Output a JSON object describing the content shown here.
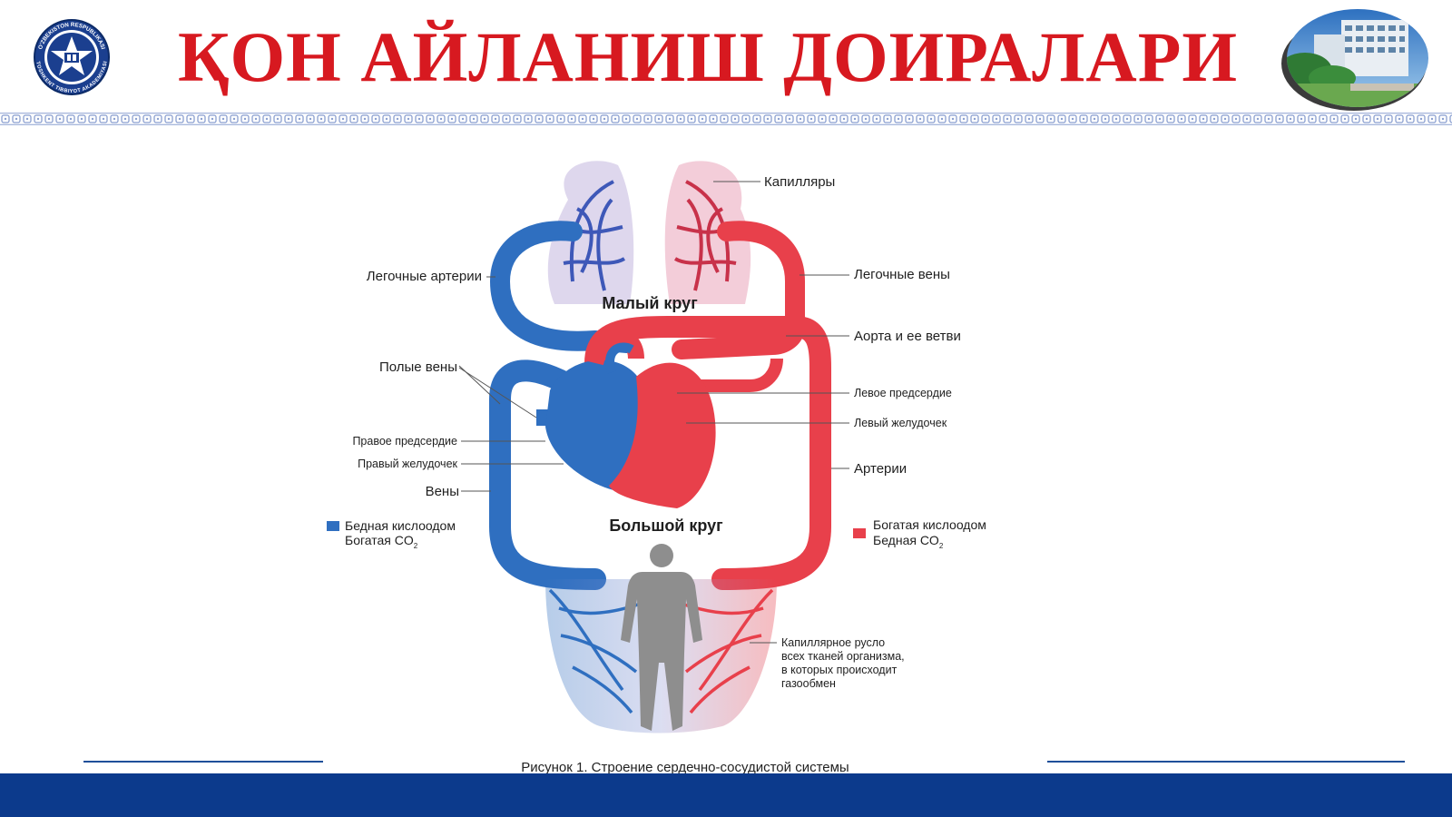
{
  "slide": {
    "title": "ҚОН АЙЛАНИШ ДОИРАЛАРИ",
    "colors": {
      "title": "#d71920",
      "navy": "#0c3a8c",
      "ornament": "#8a9fd0",
      "oxygen_poor": "#2f6fc0",
      "oxygen_rich": "#e8404b"
    },
    "logo": {
      "icon": "university-emblem-icon",
      "ring_text_top": "O'ZBEKISTON RESPUBLIKASI",
      "ring_text_bottom": "TOSHKENT TIBBIYOT AKADEMIYASI"
    },
    "photo": {
      "icon": "campus-building-photo"
    }
  },
  "diagram": {
    "labels": {
      "capillaries": "Капилляры",
      "pulmonary_arteries": "Легочные артерии",
      "pulmonary_veins": "Легочные вены",
      "small_circle": "Малый круг",
      "aorta": "Аорта и ее ветви",
      "vena_cava": "Полые вены",
      "left_atrium": "Левое предсердие",
      "left_ventricle": "Левый желудочек",
      "right_atrium": "Правое предсердие",
      "right_ventricle": "Правый желудочек",
      "arteries": "Артерии",
      "veins": "Вены",
      "big_circle": "Большой круг",
      "capillary_bed": [
        "Капиллярное русло",
        "всех тканей организма,",
        "в которых происходит",
        "газообмен"
      ]
    },
    "legend": {
      "poor": {
        "line1": "Бедная кислоодом",
        "line2": "Богатая CO",
        "sub": "2"
      },
      "rich": {
        "line1": "Богатая кислоодом",
        "line2": "Бедная CO",
        "sub": "2"
      }
    },
    "caption": "Рисунок 1. Строение сердечно-сосудистой системы"
  }
}
